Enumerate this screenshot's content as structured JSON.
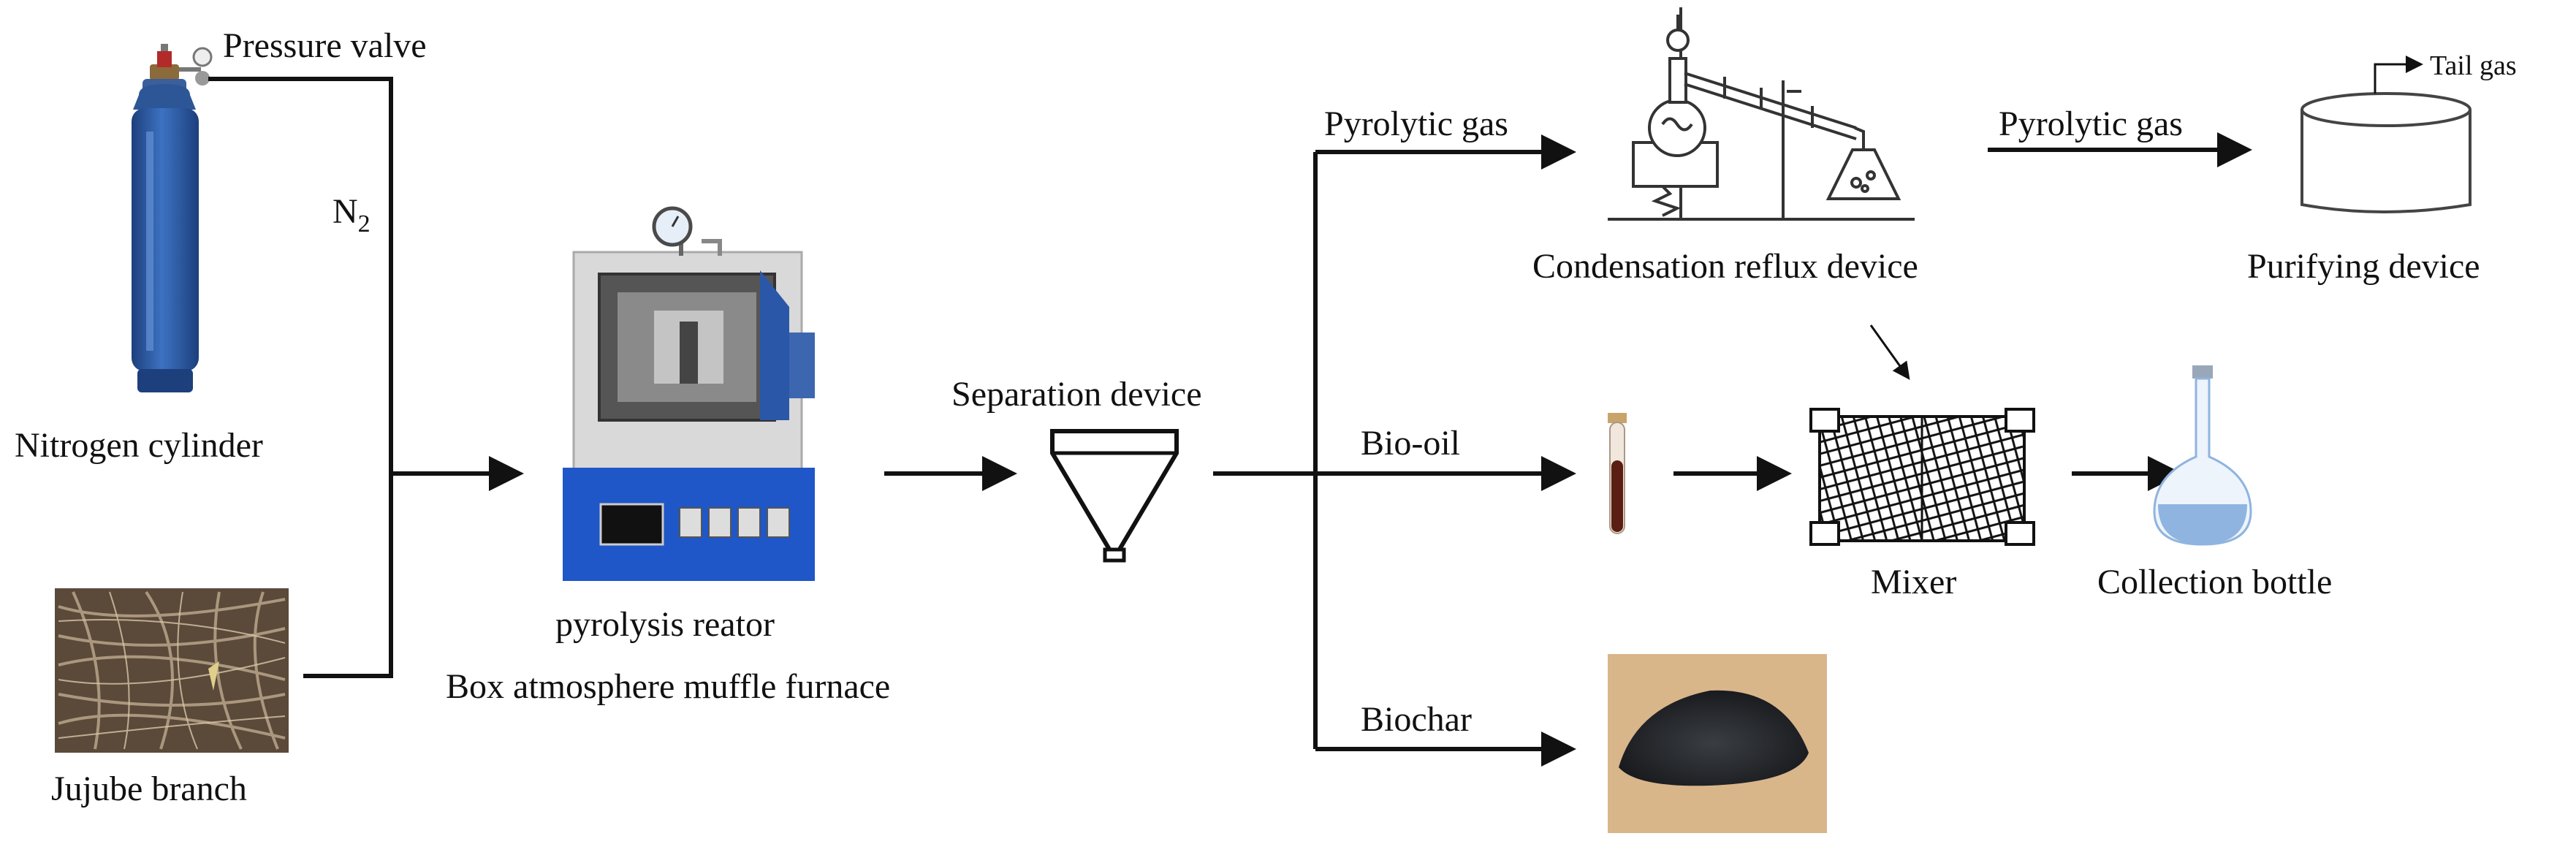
{
  "labels": {
    "pressure_valve": "Pressure valve",
    "n2_main": "N",
    "n2_sub": "2",
    "nitrogen_cylinder": "Nitrogen cylinder",
    "jujube_branch": "Jujube branch",
    "reactor_line1": "pyrolysis reator",
    "reactor_line2": "Box atmosphere muffle furnace",
    "separation_device": "Separation device",
    "pyrolytic_gas_1": "Pyrolytic gas",
    "pyrolytic_gas_2": "Pyrolytic gas",
    "condensation_reflux": "Condensation reflux device",
    "tail_gas": "Tail gas",
    "purifying_device": "Purifying device",
    "bio_oil": "Bio-oil",
    "mixer": "Mixer",
    "collection_bottle": "Collection bottle",
    "biochar": "Biochar"
  },
  "colors": {
    "cylinder_blue": "#2e5fa8",
    "furnace_blue": "#1f57c8",
    "furnace_frame": "#d9d9d9",
    "door_blue": "#2a57a8",
    "bio_oil_brown": "#5a1f12",
    "flask_blue": "#8fb4e0",
    "biochar_black": "#2a2d30",
    "biochar_bg": "#d9b58a",
    "branch_bg": "#5b4a3a"
  }
}
